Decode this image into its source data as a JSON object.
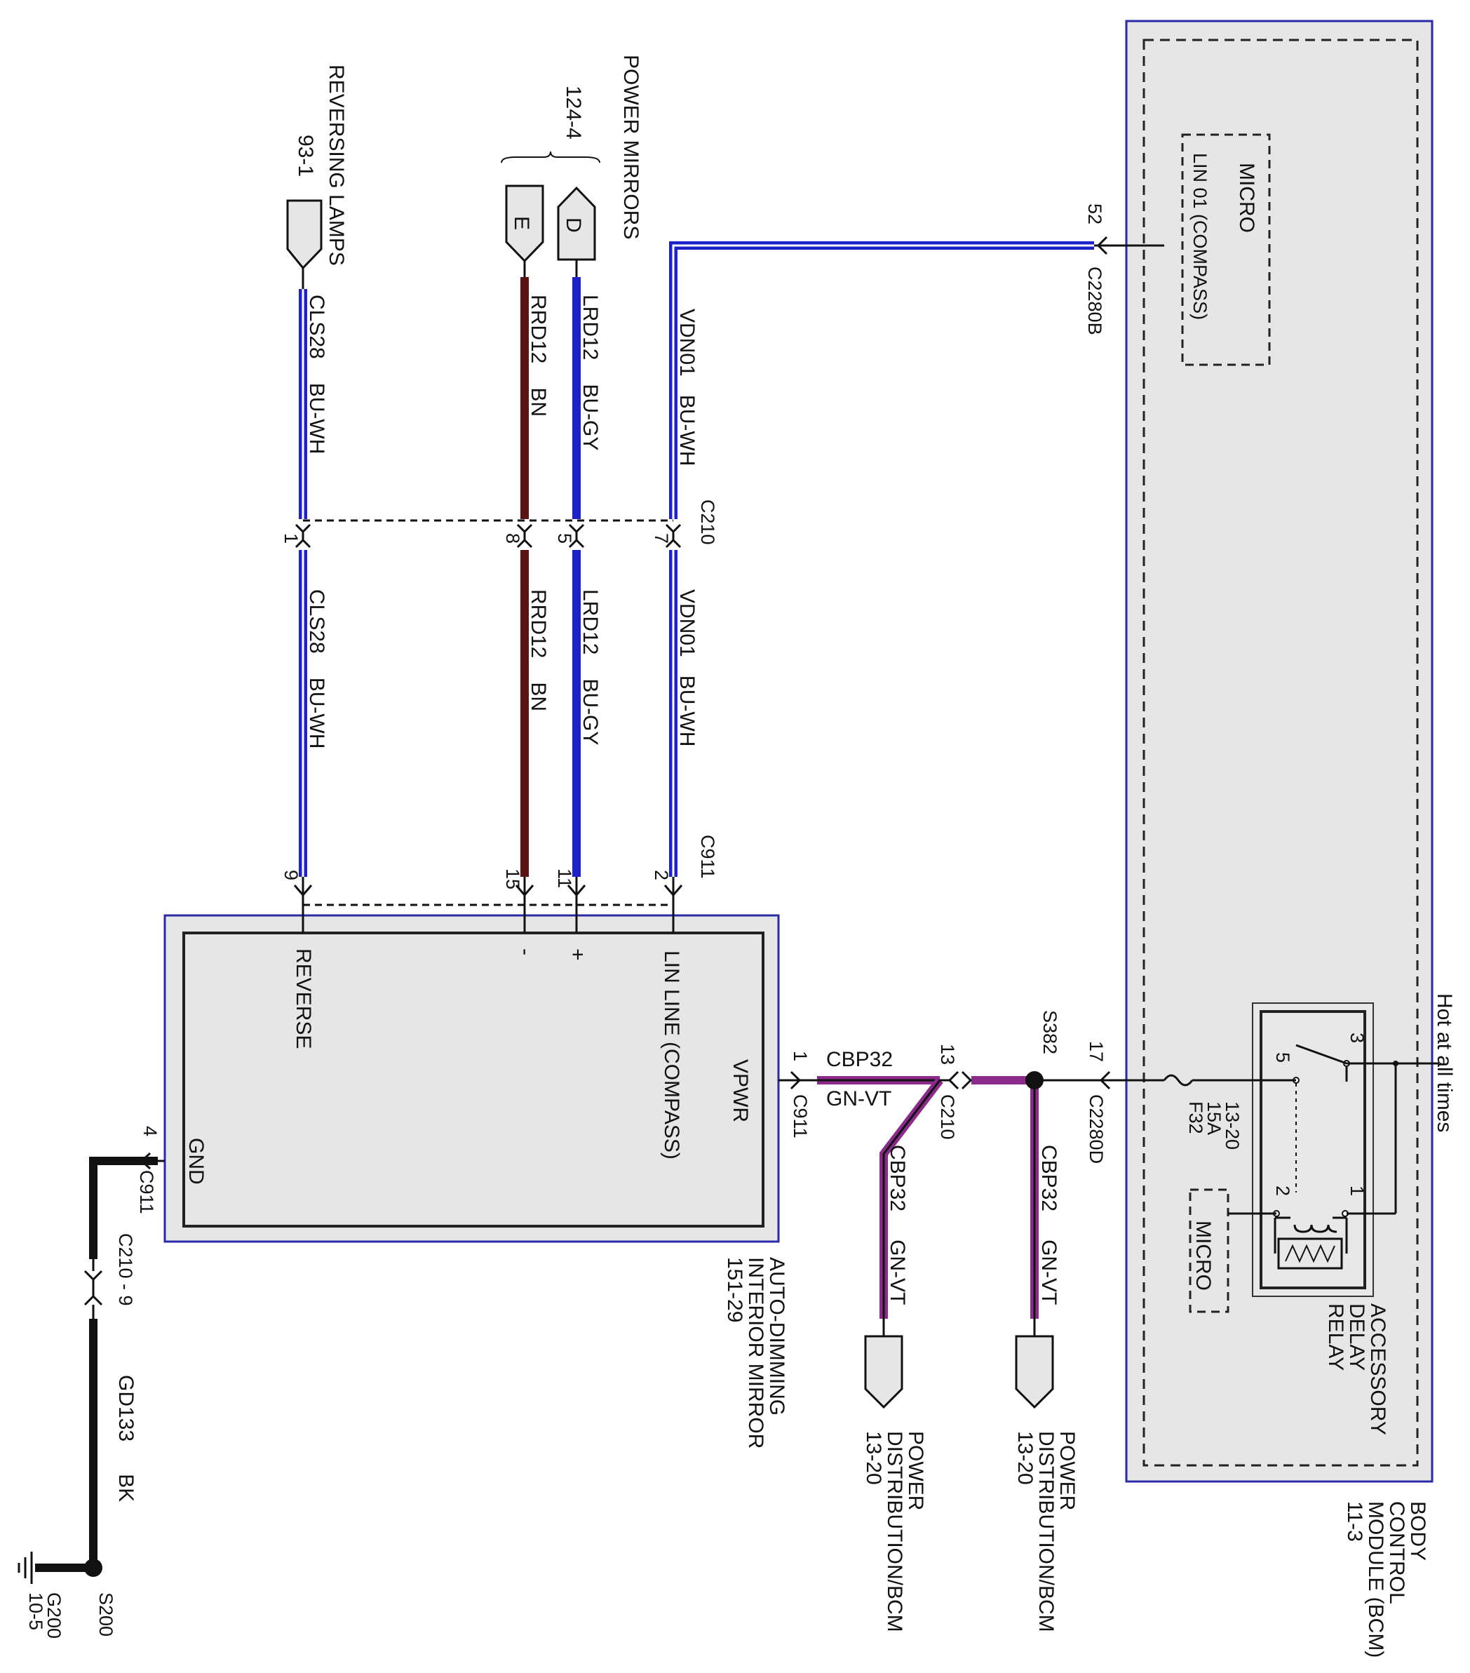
{
  "modules": {
    "bcm": {
      "title_lines": [
        "BODY",
        "CONTROL",
        "MODULE (BCM)",
        "11-3"
      ],
      "micro_top": "MICRO",
      "micro_top_pin": "LIN 01 (COMPASS)",
      "micro_bottom": "MICRO",
      "relay_lines": [
        "ACCESSORY",
        "DELAY",
        "RELAY"
      ],
      "relay_pins": [
        "3",
        "5",
        "2",
        "1"
      ],
      "hot_label": "Hot at all times",
      "fuse_lines": [
        "F32",
        "15A",
        "13-20"
      ]
    },
    "mirror": {
      "title_lines": [
        "AUTO-DIMMING",
        "INTERIOR MIRROR",
        "151-29"
      ],
      "pins": {
        "lin": "LIN LINE (COMPASS)",
        "plus": "+",
        "minus": "-",
        "reverse": "REVERSE",
        "vpwr": "VPWR",
        "gnd": "GND"
      }
    }
  },
  "destinations": {
    "reversing": {
      "title": "REVERSING LAMPS",
      "ref": "93-1"
    },
    "power_mirrors": {
      "title": "POWER MIRRORS",
      "ref": "124-4",
      "conn_d": "D",
      "conn_e": "E"
    },
    "pd1": {
      "lines": [
        "POWER",
        "DISTRIBUTION/BCM",
        "13-20"
      ]
    },
    "pd2": {
      "lines": [
        "POWER",
        "DISTRIBUTION/BCM",
        "13-20"
      ]
    },
    "ground": {
      "lines": [
        "G200",
        "10-5"
      ]
    }
  },
  "connectors": {
    "c2280b": "C2280B",
    "c2280b_pin": "52",
    "c2280d": "C2280D",
    "c2280d_pin": "17",
    "c210": "C210",
    "c210_pins": [
      "7",
      "5",
      "8",
      "1"
    ],
    "c210_power_pin": "13",
    "c911": "C911",
    "c911_pins": [
      "2",
      "11",
      "15",
      "9"
    ],
    "c911_vpwr_pin": "1",
    "c911_gnd": "C911",
    "c911_gnd_pin": "4",
    "c210_gnd": "C210 - 9",
    "s382": "S382",
    "s200": "S200"
  },
  "wires": {
    "vdn01": {
      "circuit": "VDN01",
      "color": "BU-WH"
    },
    "lrd12": {
      "circuit": "LRD12",
      "color": "BU-GY"
    },
    "rrd12": {
      "circuit": "RRD12",
      "color": "BN"
    },
    "cls28": {
      "circuit": "CLS28",
      "color": "BU-WH"
    },
    "cbp32": {
      "circuit": "CBP32",
      "color": "GN-VT"
    },
    "gd133": {
      "circuit": "GD133",
      "color": "BK"
    }
  },
  "colors": {
    "blue": "#1c22c8",
    "brown": "#5a1414",
    "magenta": "#8b2a8b",
    "black": "#111111",
    "module_fill": "#e6e6e6",
    "module_border": "#2a2aa8"
  }
}
